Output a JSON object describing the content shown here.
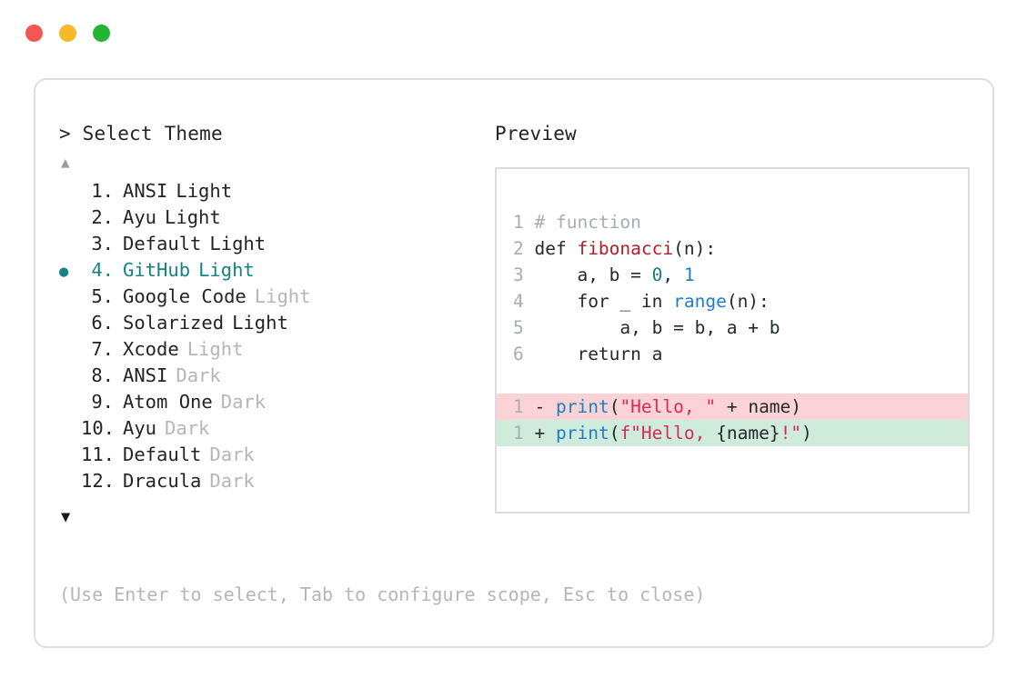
{
  "window": {
    "dots": [
      {
        "name": "close-dot",
        "color": "#F35750"
      },
      {
        "name": "minimize-dot",
        "color": "#F6B92A"
      },
      {
        "name": "maximize-dot",
        "color": "#22B634"
      }
    ]
  },
  "left_pane": {
    "title": "> Select Theme",
    "scroll_up_icon": "▲",
    "scroll_down_icon": "▼",
    "selected_marker": "●",
    "accent_color": "#17827E",
    "muted_color": "#B6B6B6",
    "items": [
      {
        "index": "1.",
        "name": "ANSI",
        "variant": "Light",
        "variant_muted": false,
        "selected": false
      },
      {
        "index": "2.",
        "name": "Ayu",
        "variant": "Light",
        "variant_muted": false,
        "selected": false
      },
      {
        "index": "3.",
        "name": "Default",
        "variant": "Light",
        "variant_muted": false,
        "selected": false
      },
      {
        "index": "4.",
        "name": "GitHub",
        "variant": "Light",
        "variant_muted": false,
        "selected": true
      },
      {
        "index": "5.",
        "name": "Google Code",
        "variant": "Light",
        "variant_muted": true,
        "selected": false
      },
      {
        "index": "6.",
        "name": "Solarized",
        "variant": "Light",
        "variant_muted": false,
        "selected": false
      },
      {
        "index": "7.",
        "name": "Xcode",
        "variant": "Light",
        "variant_muted": true,
        "selected": false
      },
      {
        "index": "8.",
        "name": "ANSI",
        "variant": "Dark",
        "variant_muted": true,
        "selected": false
      },
      {
        "index": "9.",
        "name": "Atom One",
        "variant": "Dark",
        "variant_muted": true,
        "selected": false
      },
      {
        "index": "10.",
        "name": "Ayu",
        "variant": "Dark",
        "variant_muted": true,
        "selected": false
      },
      {
        "index": "11.",
        "name": "Default",
        "variant": "Dark",
        "variant_muted": true,
        "selected": false
      },
      {
        "index": "12.",
        "name": "Dracula",
        "variant": "Dark",
        "variant_muted": true,
        "selected": false
      }
    ]
  },
  "right_pane": {
    "title": "Preview",
    "code_lines": [
      {
        "kind": "code",
        "gutter": "1",
        "tokens": [
          {
            "t": " ",
            "c": "plain"
          },
          {
            "t": "# function",
            "c": "comment"
          }
        ]
      },
      {
        "kind": "code",
        "gutter": "2",
        "tokens": [
          {
            "t": " def ",
            "c": "kw"
          },
          {
            "t": "fibonacci",
            "c": "fn"
          },
          {
            "t": "(n):",
            "c": "plain"
          }
        ]
      },
      {
        "kind": "code",
        "gutter": "3",
        "tokens": [
          {
            "t": "     a, b = ",
            "c": "plain"
          },
          {
            "t": "0",
            "c": "num"
          },
          {
            "t": ", ",
            "c": "plain"
          },
          {
            "t": "1",
            "c": "num2"
          }
        ]
      },
      {
        "kind": "code",
        "gutter": "4",
        "tokens": [
          {
            "t": "     for _ in ",
            "c": "plain"
          },
          {
            "t": "range",
            "c": "builtin"
          },
          {
            "t": "(n):",
            "c": "plain"
          }
        ]
      },
      {
        "kind": "code",
        "gutter": "5",
        "tokens": [
          {
            "t": "         a, b = b, a + b",
            "c": "plain"
          }
        ]
      },
      {
        "kind": "code",
        "gutter": "6",
        "tokens": [
          {
            "t": "     return a",
            "c": "plain"
          }
        ]
      },
      {
        "kind": "blank",
        "gutter": "",
        "tokens": []
      },
      {
        "kind": "diff-del",
        "gutter": "1",
        "tokens": [
          {
            "t": " - ",
            "c": "sign"
          },
          {
            "t": "print",
            "c": "fn-b"
          },
          {
            "t": "(",
            "c": "plain"
          },
          {
            "t": "\"Hello, \"",
            "c": "str"
          },
          {
            "t": " + name)",
            "c": "plain"
          }
        ]
      },
      {
        "kind": "diff-add",
        "gutter": "1",
        "tokens": [
          {
            "t": " + ",
            "c": "sign"
          },
          {
            "t": "print",
            "c": "fn-b"
          },
          {
            "t": "(",
            "c": "plain"
          },
          {
            "t": "f\"Hello, ",
            "c": "str"
          },
          {
            "t": "{name}",
            "c": "plain"
          },
          {
            "t": "!\"",
            "c": "str"
          },
          {
            "t": ")",
            "c": "plain"
          }
        ]
      }
    ],
    "diff_del_bg": "#FBD2D6",
    "diff_add_bg": "#CFEBDB"
  },
  "footer": {
    "hint": "(Use Enter to select, Tab to configure scope, Esc to close)"
  }
}
